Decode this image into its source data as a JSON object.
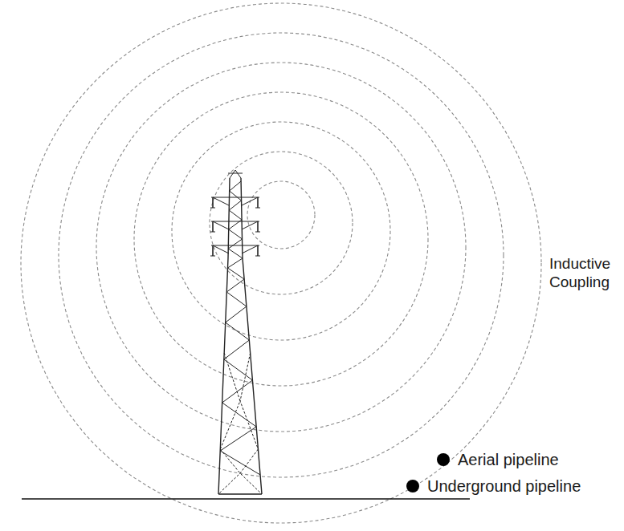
{
  "diagram": {
    "labels": [
      "Inductive Coupling",
      "Aerial pipeline",
      "Underground pipeline"
    ]
  }
}
